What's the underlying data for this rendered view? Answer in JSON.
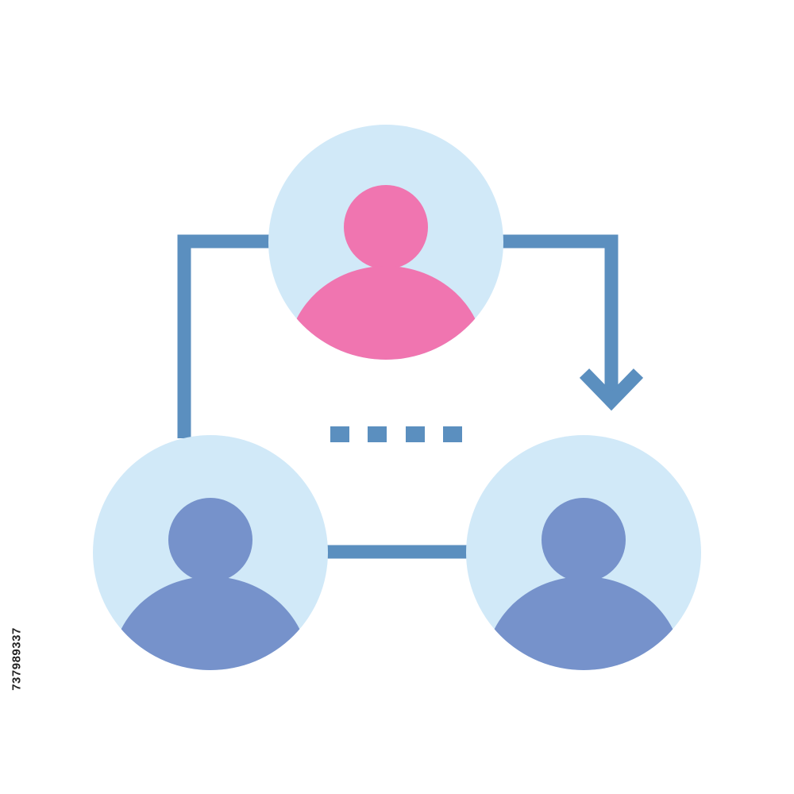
{
  "diagram": {
    "kind": "user-flow-cycle",
    "nodes": [
      {
        "id": "top",
        "role": "user-avatar",
        "color": "#f075b0"
      },
      {
        "id": "bottom-left",
        "role": "user-avatar",
        "color": "#7692cb"
      },
      {
        "id": "bottom-right",
        "role": "user-avatar",
        "color": "#7692cb"
      }
    ],
    "edges": [
      {
        "from": "top",
        "to": "bottom-right",
        "style": "arrow"
      },
      {
        "from": "bottom-left",
        "to": "top",
        "style": "line"
      },
      {
        "from": "bottom-left",
        "to": "bottom-right",
        "style": "line"
      }
    ],
    "dots_count": 4
  },
  "colors": {
    "circle_bg": "#d1e9f8",
    "connector": "#5b8fbf",
    "user_primary": "#f075b0",
    "user_secondary": "#7692cb",
    "background": "#ffffff"
  },
  "icons": {
    "person_icon": "person-silhouette-icon",
    "arrow_icon": "arrow-down-icon"
  },
  "stock_id": "737989337"
}
